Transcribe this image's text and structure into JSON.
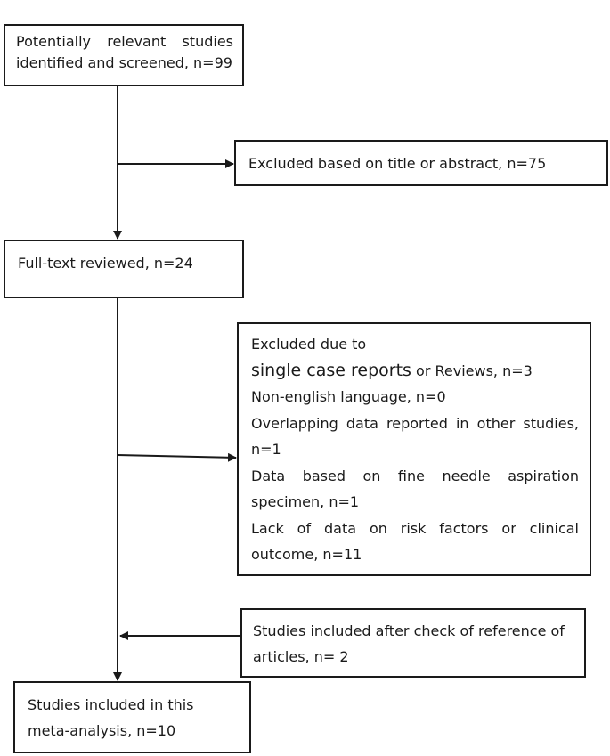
{
  "boxes": {
    "identified": {
      "lines": [
        "Potentially relevant studies",
        "identified and screened, n=99"
      ]
    },
    "excluded_title": {
      "text": "Excluded based on title or abstract, n=75"
    },
    "fulltext": {
      "text": "Full-text reviewed, n=24"
    },
    "excluded_due": {
      "heading": "Excluded due to",
      "single_case_part": "single case reports",
      "reviews_part": " or Reviews, n=3",
      "items": [
        "Non-english language, n=0",
        "Overlapping data reported in other studies,",
        "n=1",
        "Data based on fine needle aspiration",
        "specimen, n=1",
        "Lack of data on risk factors or clinical",
        "outcome, n=11"
      ]
    },
    "included_after_check": {
      "lines": [
        "Studies included after check of reference of",
        "articles, n= 2"
      ]
    },
    "final": {
      "lines": [
        "Studies included in this",
        "meta-analysis, n=10"
      ]
    }
  }
}
